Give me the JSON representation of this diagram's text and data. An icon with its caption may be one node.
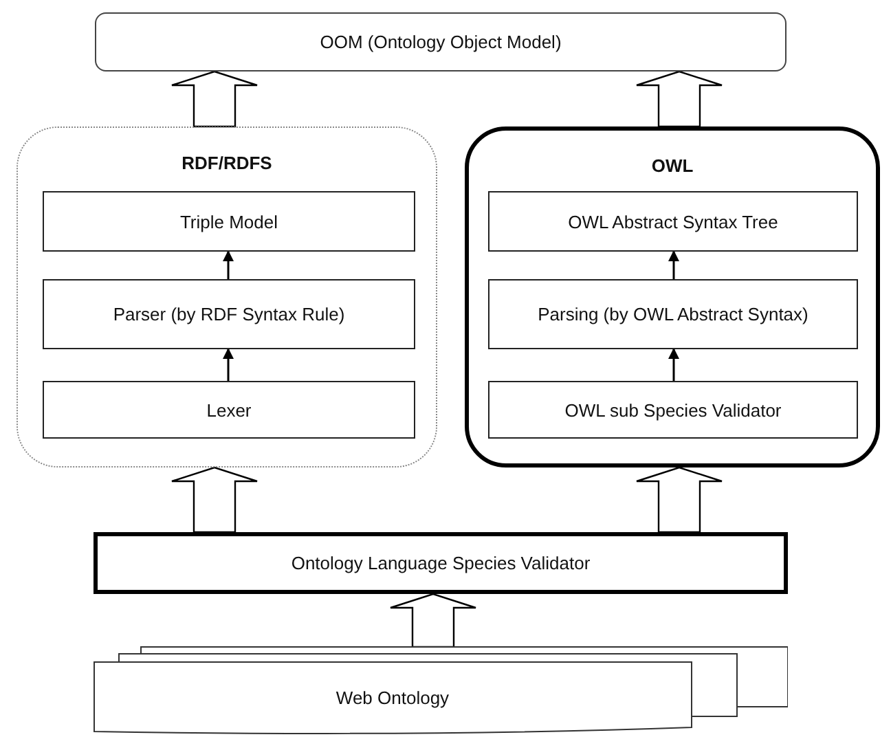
{
  "diagram": {
    "nodes": [
      {
        "text": [
          "OOM (Ontology Object Model)"
        ]
      },
      {
        "text": [
          "RDF/RDFS"
        ]
      },
      {
        "text": [
          "Triple Model"
        ],
        "in": 1
      },
      {
        "text": [
          "Parser (by RDF Syntax Rule)"
        ],
        "in": 1
      },
      {
        "text": [
          "Lexer"
        ],
        "in": 1
      },
      {
        "text": [
          "OWL"
        ]
      },
      {
        "text": [
          "OWL Abstract Syntax Tree"
        ],
        "in": 5
      },
      {
        "text": [
          "Parsing (by OWL Abstract Syntax)"
        ],
        "in": 5
      },
      {
        "text": [
          "OWL sub Species Validator"
        ],
        "in": 5
      },
      {
        "text": [
          "Ontology Language Species Validator"
        ]
      },
      {
        "text": [
          "Web Ontology"
        ]
      }
    ],
    "edges": [
      {
        "from": 1,
        "to": 0,
        "arrow": "to",
        "style": "thick"
      },
      {
        "from": 5,
        "to": 0,
        "arrow": "to",
        "style": "thick"
      },
      {
        "from": 3,
        "to": 2,
        "arrow": "to"
      },
      {
        "from": 4,
        "to": 3,
        "arrow": "to"
      },
      {
        "from": 7,
        "to": 6,
        "arrow": "to"
      },
      {
        "from": 8,
        "to": 7,
        "arrow": "to"
      },
      {
        "from": 9,
        "to": 1,
        "arrow": "to",
        "style": "thick"
      },
      {
        "from": 9,
        "to": 5,
        "arrow": "to",
        "style": "thick"
      },
      {
        "from": 10,
        "to": 9,
        "arrow": "to",
        "style": "thick"
      }
    ]
  }
}
